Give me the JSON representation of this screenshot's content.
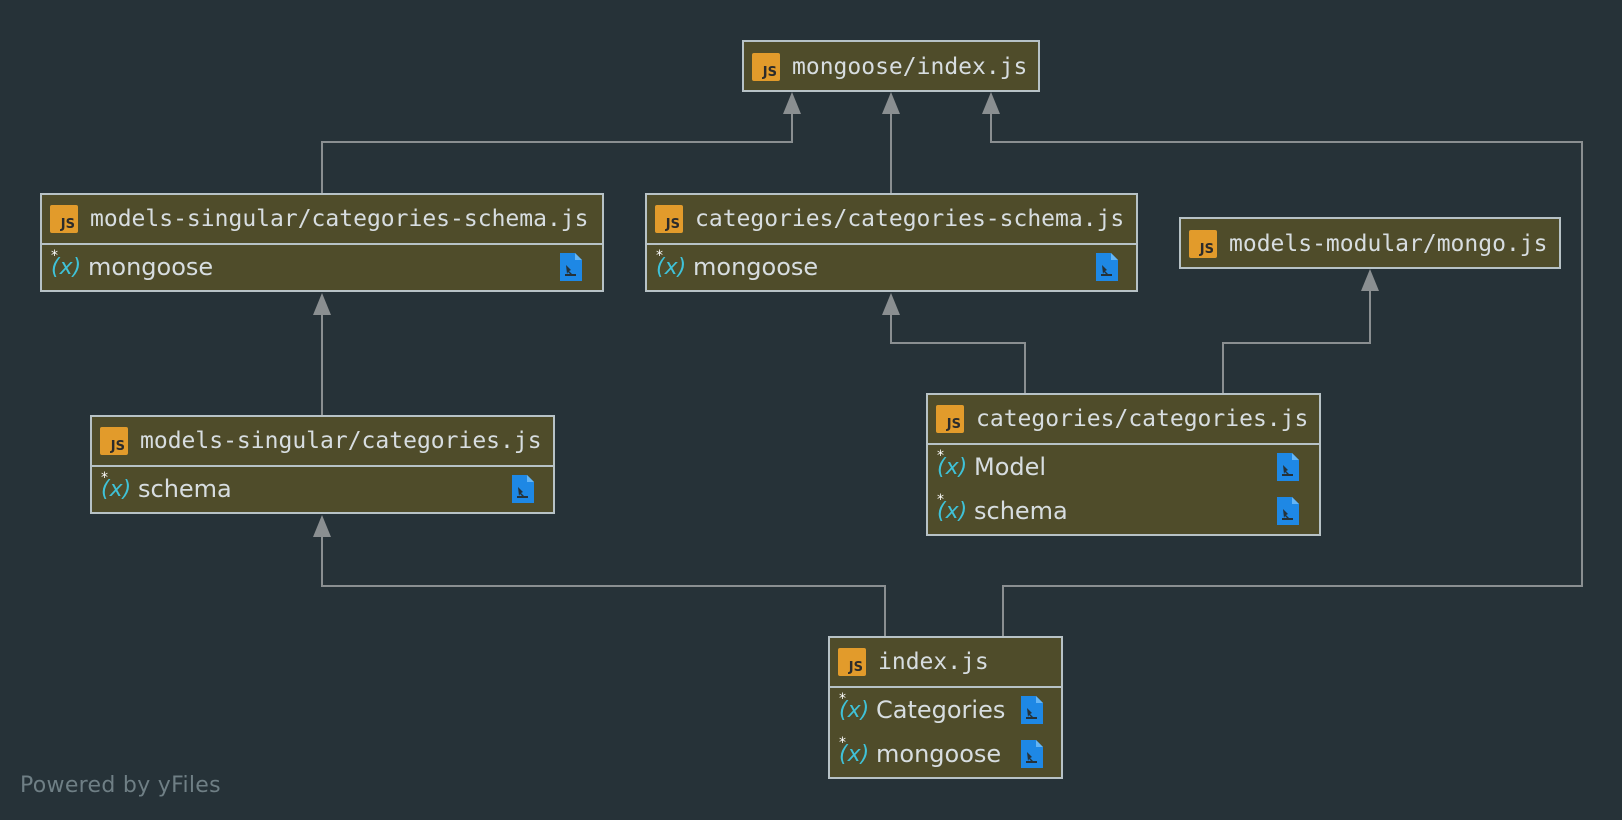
{
  "nodes": {
    "mongoose_index": {
      "title": "mongoose/index.js",
      "badge": "JS"
    },
    "singular_schema": {
      "title": "models-singular/categories-schema.js",
      "badge": "JS",
      "members": [
        "mongoose"
      ]
    },
    "cat_schema": {
      "title": "categories/categories-schema.js",
      "badge": "JS",
      "members": [
        "mongoose"
      ]
    },
    "modular_mongo": {
      "title": "models-modular/mongo.js",
      "badge": "JS"
    },
    "singular_categories": {
      "title": "models-singular/categories.js",
      "badge": "JS",
      "members": [
        "schema"
      ]
    },
    "cat_categories": {
      "title": "categories/categories.js",
      "badge": "JS",
      "members": [
        "Model",
        "schema"
      ]
    },
    "index": {
      "title": "index.js",
      "badge": "JS",
      "members": [
        "Categories",
        "mongoose"
      ]
    }
  },
  "icons": {
    "badge": "js-file-icon",
    "member": "variable-icon",
    "member_link": "jump-to-source-icon"
  },
  "colors": {
    "background": "#263238",
    "node_fill": "#4f4c2a",
    "node_border": "#b7c2c6",
    "edge": "#8a8f91",
    "badge": "#e29b2b",
    "variable": "#3fc2d8",
    "link_icon": "#1e88e5"
  },
  "footer": "Powered by yFiles"
}
